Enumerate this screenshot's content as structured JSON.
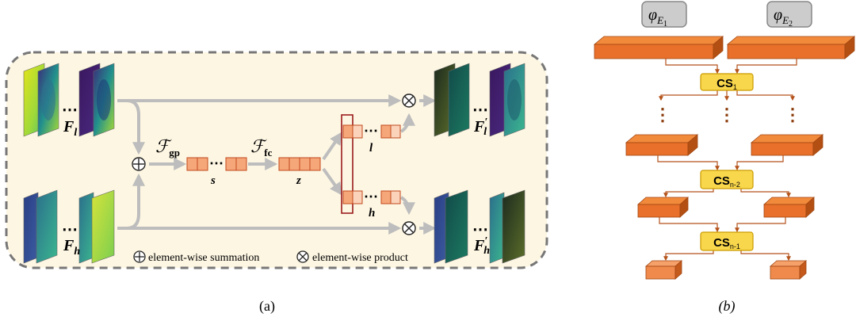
{
  "colors": {
    "panel_bg": "#fdf6e3",
    "panel_border": "#777777",
    "arrow": "#bdbdbd",
    "cell_fill": "#f6a77a",
    "cell_fill_light": "#fbd3bb",
    "cell_stroke": "#c14a1c",
    "highlight_box": "#9b1c1c",
    "block_top": "#f28a3c",
    "block_front": "#e8702a",
    "block_side": "#b34f12",
    "cs_fill": "#f9d74c",
    "cs_stroke": "#c99a00",
    "phi_fill": "#cccccc",
    "phi_stroke": "#888888",
    "connector": "#b4521a"
  },
  "panel_a": {
    "caption": "(a)",
    "input_low": {
      "label_main": "F",
      "label_sub": "l"
    },
    "input_high": {
      "label_main": "F",
      "label_sub": "h"
    },
    "output_low": {
      "label_main": "F",
      "label_prime": "′",
      "label_sub": "l"
    },
    "output_high": {
      "label_main": "F",
      "label_prime": "′",
      "label_sub": "h"
    },
    "gp_op": {
      "main": "ℱ",
      "sub": "gp"
    },
    "fc_op": {
      "main": "ℱ",
      "sub": "fc"
    },
    "vector_s": "s",
    "vector_z": "z",
    "vector_l": "l",
    "vector_h": "h",
    "ellipsis": "⋯",
    "legend": {
      "sum_label": "element-wise summation",
      "product_label": "element-wise product"
    }
  },
  "panel_b": {
    "caption": "(b)",
    "phi1": {
      "main": "φ",
      "sub": "E",
      "subsub": "1"
    },
    "phi2": {
      "main": "φ",
      "sub": "E",
      "subsub": "2"
    },
    "cs1": {
      "main": "CS",
      "sub": "1"
    },
    "cs2": {
      "main": "CS",
      "sub": "n-2"
    },
    "cs3": {
      "main": "CS",
      "sub": "n-1"
    },
    "vdots": "⋮"
  }
}
